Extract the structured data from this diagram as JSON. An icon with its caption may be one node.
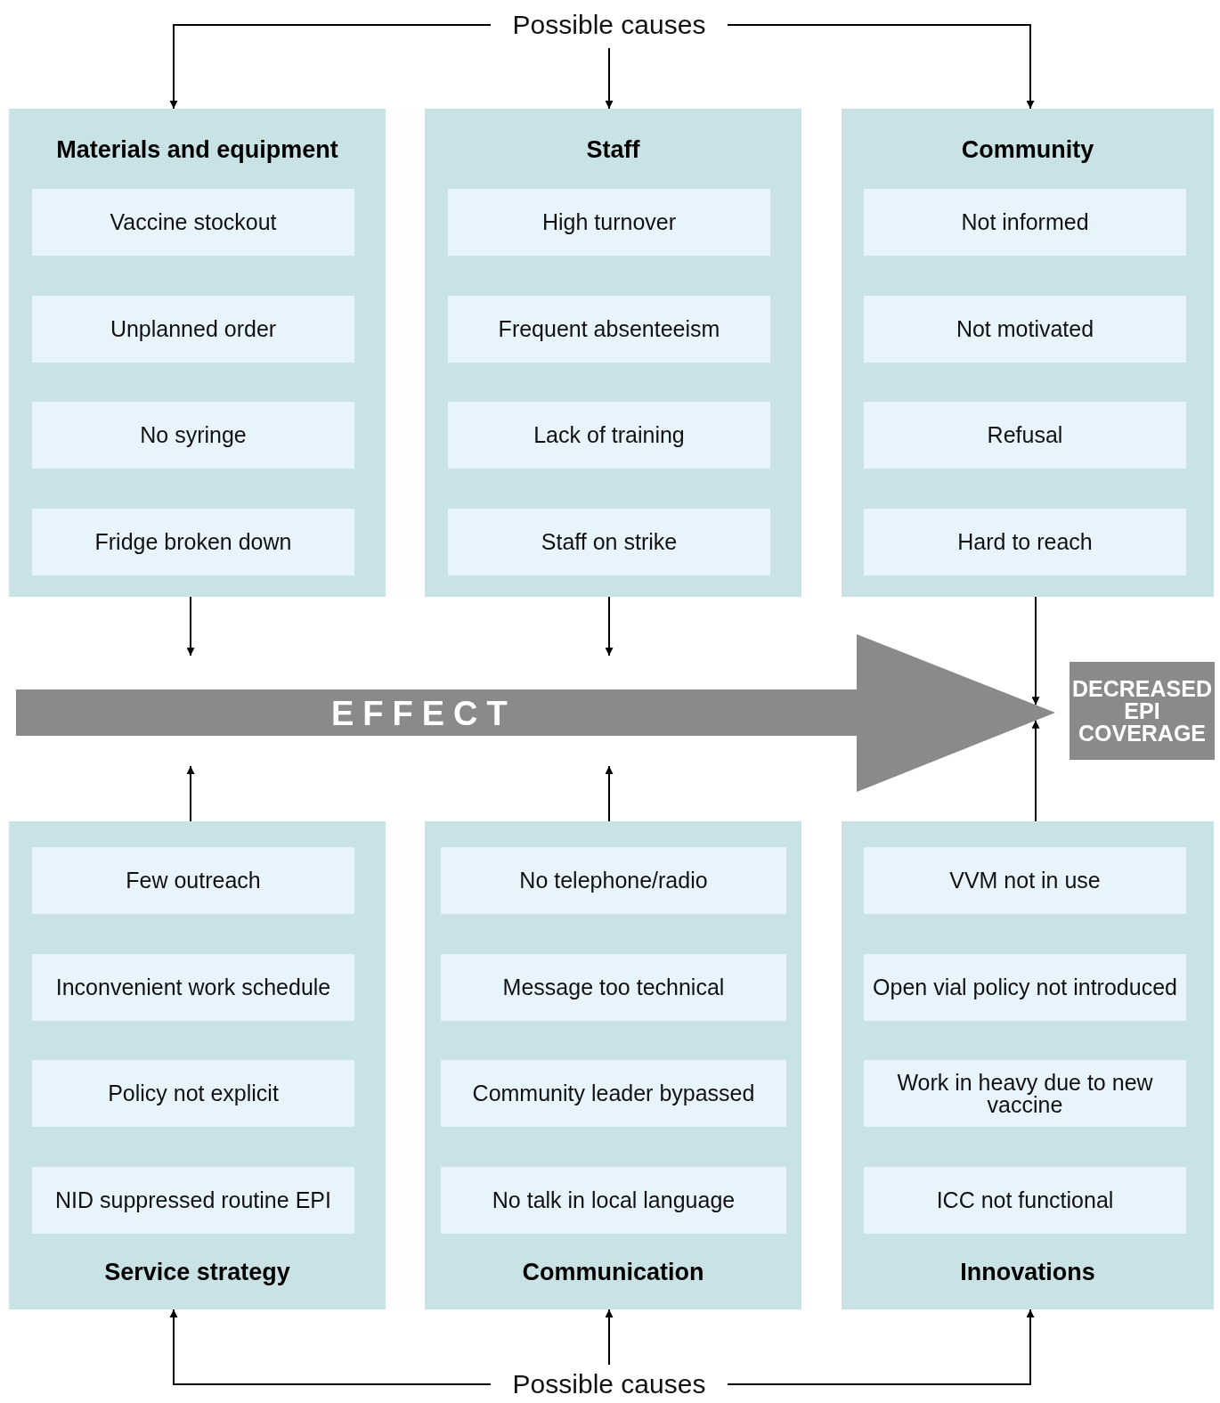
{
  "diagram": {
    "nodes": [
      {
        "text": [
          "Possible causes"
        ]
      },
      {
        "text": [
          "Materials and equipment"
        ]
      },
      {
        "text": [
          "Vaccine stockout"
        ],
        "in": 1
      },
      {
        "text": [
          "Unplanned order"
        ],
        "in": 1
      },
      {
        "text": [
          "No syringe"
        ],
        "in": 1
      },
      {
        "text": [
          "Fridge broken down"
        ],
        "in": 1
      },
      {
        "text": [
          "Staff"
        ]
      },
      {
        "text": [
          "High turnover"
        ],
        "in": 6
      },
      {
        "text": [
          "Frequent absenteeism"
        ],
        "in": 6
      },
      {
        "text": [
          "Lack of training"
        ],
        "in": 6
      },
      {
        "text": [
          "Staff on strike"
        ],
        "in": 6
      },
      {
        "text": [
          "Community"
        ]
      },
      {
        "text": [
          "Not informed"
        ],
        "in": 11
      },
      {
        "text": [
          "Not motivated"
        ],
        "in": 11
      },
      {
        "text": [
          "Refusal"
        ],
        "in": 11
      },
      {
        "text": [
          "Hard to reach"
        ],
        "in": 11
      },
      {
        "text": [
          "EFFECT"
        ]
      },
      {
        "text": [
          "DECREASED EPI COVERAGE"
        ]
      },
      {
        "text": [
          "Service strategy"
        ]
      },
      {
        "text": [
          "Few outreach"
        ],
        "in": 18
      },
      {
        "text": [
          "Inconvenient work schedule"
        ],
        "in": 18
      },
      {
        "text": [
          "Policy not explicit"
        ],
        "in": 18
      },
      {
        "text": [
          "NID suppressed routine EPI"
        ],
        "in": 18
      },
      {
        "text": [
          "Communication"
        ]
      },
      {
        "text": [
          "No telephone/radio"
        ],
        "in": 23
      },
      {
        "text": [
          "Message too technical"
        ],
        "in": 23
      },
      {
        "text": [
          "Community leader bypassed"
        ],
        "in": 23
      },
      {
        "text": [
          "No talk in local language"
        ],
        "in": 23
      },
      {
        "text": [
          "Innovations"
        ]
      },
      {
        "text": [
          "VVM not in use"
        ],
        "in": 28
      },
      {
        "text": [
          "Open vial policy not introduced"
        ],
        "in": 28
      },
      {
        "text": [
          "Work in heavy due to new vaccine"
        ],
        "in": 28
      },
      {
        "text": [
          "ICC not functional"
        ],
        "in": 28
      },
      {
        "text": [
          "Possible causes"
        ]
      }
    ],
    "edges": [
      {
        "from": 0,
        "to": 1,
        "arrow": "to"
      },
      {
        "from": 0,
        "to": 6,
        "arrow": "to"
      },
      {
        "from": 0,
        "to": 11,
        "arrow": "to"
      },
      {
        "from": 1,
        "to": 16,
        "arrow": "to"
      },
      {
        "from": 6,
        "to": 16,
        "arrow": "to"
      },
      {
        "from": 11,
        "to": 16,
        "arrow": "to"
      },
      {
        "from": 18,
        "to": 16,
        "arrow": "to"
      },
      {
        "from": 23,
        "to": 16,
        "arrow": "to"
      },
      {
        "from": 28,
        "to": 16,
        "arrow": "to"
      },
      {
        "from": 33,
        "to": 18,
        "arrow": "to"
      },
      {
        "from": 33,
        "to": 23,
        "arrow": "to"
      },
      {
        "from": 33,
        "to": 28,
        "arrow": "to"
      }
    ]
  }
}
